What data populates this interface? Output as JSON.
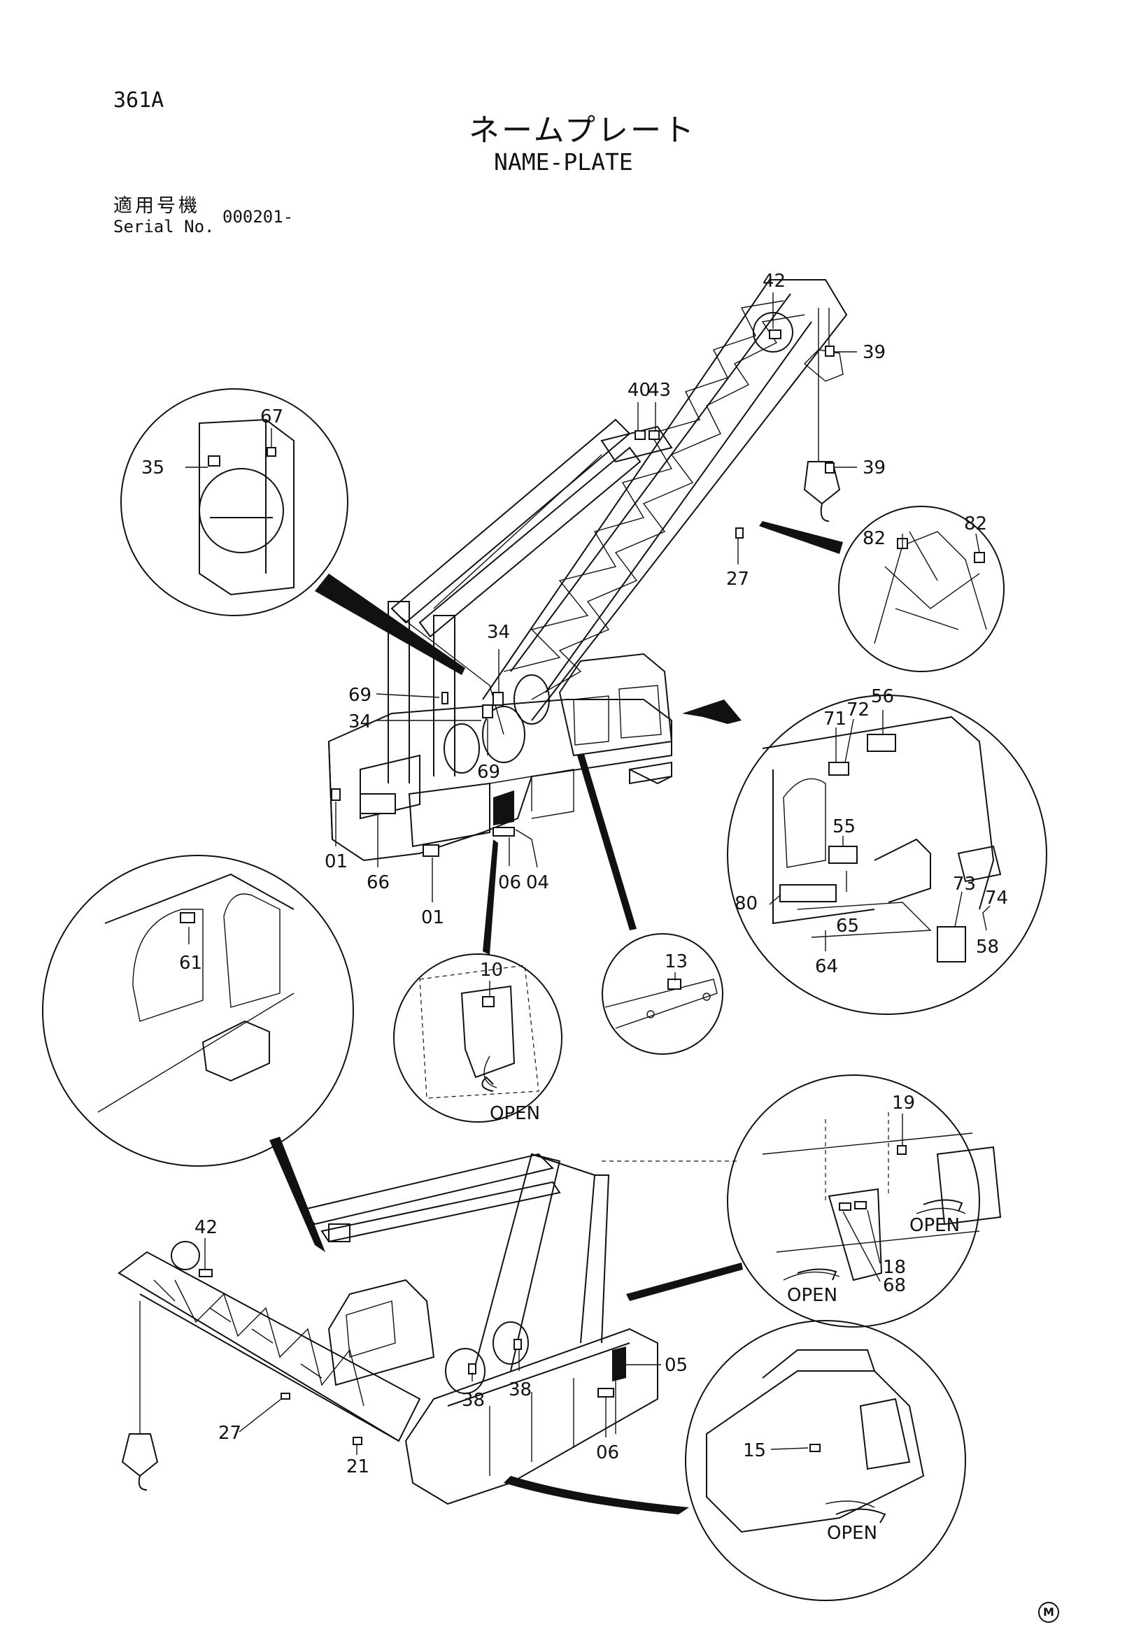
{
  "header": {
    "page_no": "361A",
    "title_jp": "ネームプレート",
    "title_en": "NAME-PLATE",
    "serial_label_jp": "適用号機",
    "serial_label_en": "Serial No.",
    "serial_value": "000201-"
  },
  "callouts": {
    "c42_top": "42",
    "c39_a": "39",
    "c40": "40",
    "c43": "43",
    "c39_b": "39",
    "c67": "67",
    "c35": "35",
    "c82_a": "82",
    "c82_b": "82",
    "c27_top": "27",
    "c34_a": "34",
    "c69_a": "69",
    "c34_b": "34",
    "c69_b": "69",
    "c01_a": "01",
    "c66": "66",
    "c01_b": "01",
    "c06_top": "06",
    "c04": "04",
    "c71": "71",
    "c72": "72",
    "c56": "56",
    "c55": "55",
    "c80": "80",
    "c65": "65",
    "c64": "64",
    "c73": "73",
    "c74": "74",
    "c58": "58",
    "c61": "61",
    "c10": "10",
    "c13": "13",
    "c19": "19",
    "c18": "18",
    "c68": "68",
    "c42_bottom": "42",
    "c05": "05",
    "c38_a": "38",
    "c38_b": "38",
    "c06_bottom": "06",
    "c27_bottom": "27",
    "c21": "21",
    "c15": "15"
  },
  "open_labels": {
    "open_10": "OPEN",
    "open_19": "OPEN",
    "open_68": "OPEN",
    "open_15": "OPEN"
  },
  "footer": {
    "mark": "M"
  }
}
